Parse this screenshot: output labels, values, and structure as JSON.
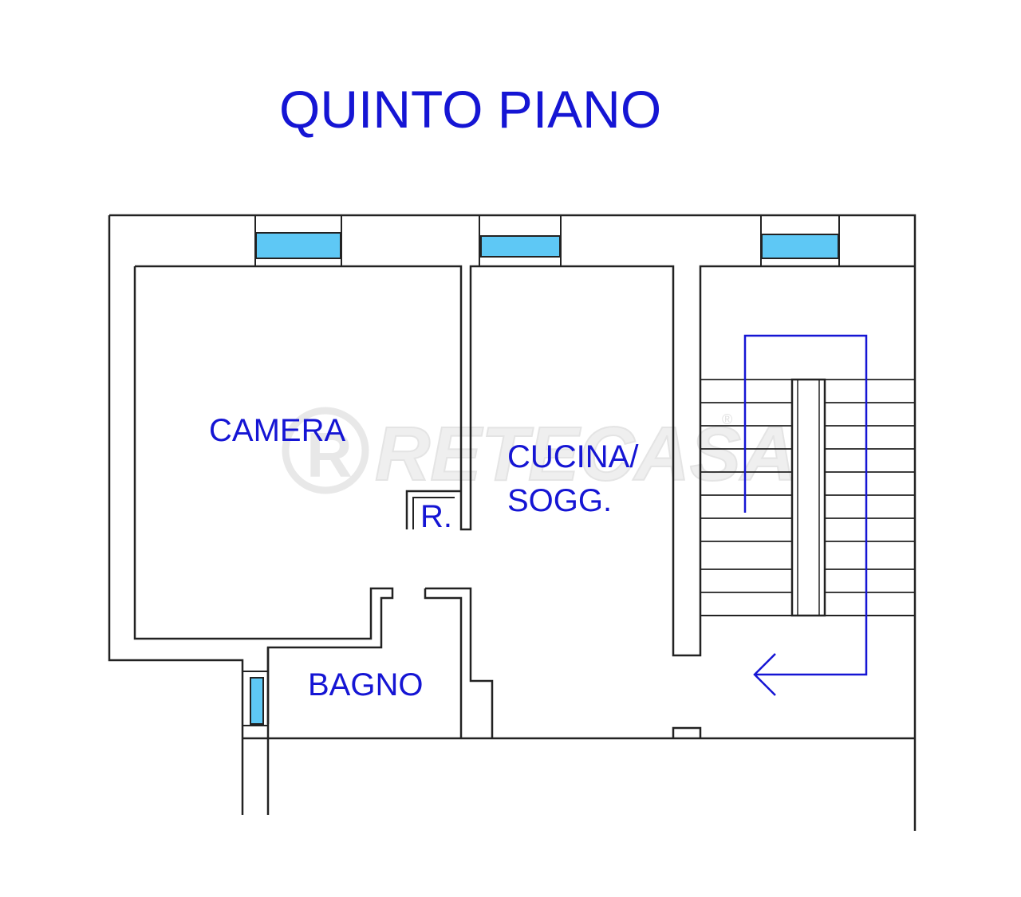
{
  "title": "QUINTO PIANO",
  "rooms": {
    "camera": "CAMERA",
    "cucina_line1": "CUCINA/",
    "cucina_line2": "SOGG.",
    "ripostiglio": "R.",
    "bagno": "BAGNO"
  },
  "watermark": {
    "brand": "RETECASA",
    "registered_mark": "®"
  },
  "colors": {
    "label": "#1515d4",
    "window_glass": "#5ec8f5",
    "walls": "#222222",
    "watermark": "#e2e2e2"
  }
}
